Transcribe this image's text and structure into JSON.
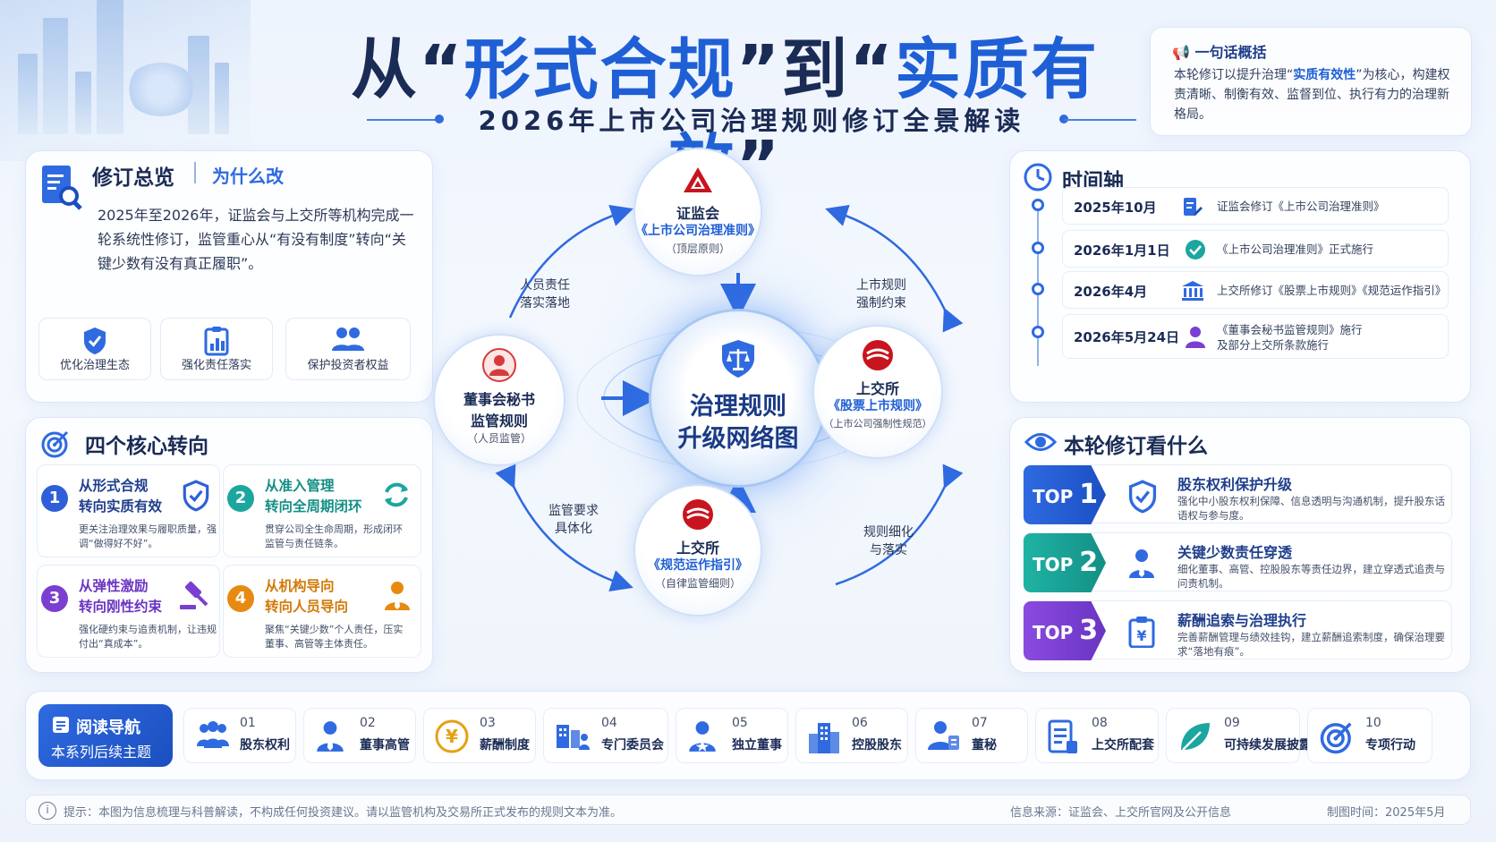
{
  "header": {
    "title_part1": "从“",
    "title_hl1": "形式合规",
    "title_part2": "”到“",
    "title_hl2": "实质有效",
    "title_part3": "”",
    "subtitle": "2026年上市公司治理规则修订全景解读"
  },
  "summary": {
    "title": "一句话概括",
    "body_pre": "本轮修订以提升治理“",
    "body_hl": "实质有效性",
    "body_post": "”为核心，构建权责清晰、制衡有效、监督到位、执行有力的治理新格局。"
  },
  "overview": {
    "title": "修订总览",
    "sub": "为什么改",
    "text": "2025年至2026年，证监会与上交所等机构完成一轮系统性修订，监管重心从“有没有制度”转向“关键少数有没有真正履职”。",
    "boxes": [
      {
        "label": "优化治理生态",
        "icon": "shield-check-icon"
      },
      {
        "label": "强化责任落实",
        "icon": "report-chart-icon"
      },
      {
        "label": "保护投资者权益",
        "icon": "people-icon"
      }
    ]
  },
  "shifts": {
    "title": "四个核心转向",
    "items": [
      {
        "num": "1",
        "title": "从形式合规\n转向实质有效",
        "desc": "更关注治理效果与履职质量，强调“做得好不好”。",
        "color": "#2f5fd8",
        "icon": "shield-icon"
      },
      {
        "num": "2",
        "title": "从准入管理\n转向全周期闭环",
        "desc": "贯穿公司全生命周期，形成闭环监管与责任链条。",
        "color": "#1ba6a0",
        "icon": "cycle-icon"
      },
      {
        "num": "3",
        "title": "从弹性激励\n转向刚性约束",
        "desc": "强化硬约束与追责机制，让违规付出“真成本”。",
        "color": "#7a3fd0",
        "icon": "gavel-icon"
      },
      {
        "num": "4",
        "title": "从机构导向\n转向人员导向",
        "desc": "聚焦“关键少数”个人责任，压实董事、高管等主体责任。",
        "color": "#e68a12",
        "icon": "person-tie-icon"
      }
    ]
  },
  "diagram": {
    "core": [
      "治理规则",
      "升级网络图"
    ],
    "top": {
      "name": "证监会",
      "rule": "《上市公司治理准则》",
      "note": "（顶层原则）"
    },
    "left": {
      "name": "董事会秘书",
      "rule": "监管规则",
      "note": "（人员监管）"
    },
    "right": {
      "name": "上交所",
      "rule": "《股票上市规则》",
      "note": "（上市公司强制性规范）"
    },
    "bottom": {
      "name": "上交所",
      "rule": "《规范运作指引》",
      "note": "（自律监管细则）"
    },
    "edges": {
      "top_left": "人员责任\n落实落地",
      "top_right": "上市规则\n强制约束",
      "bottom_left": "监管要求\n具体化",
      "bottom_right": "规则细化\n与落实"
    }
  },
  "timeline": {
    "title": "时间轴",
    "rows": [
      {
        "date": "2025年10月",
        "desc": "证监会修订《上市公司治理准则》",
        "icon": "edit-doc-icon"
      },
      {
        "date": "2026年1月1日",
        "desc": "《上市公司治理准则》正式施行",
        "icon": "check-circle-icon"
      },
      {
        "date": "2026年4月",
        "desc": "上交所修订《股票上市规则》《规范运作指引》",
        "icon": "institution-icon"
      },
      {
        "date": "2026年5月24日",
        "desc": "《董事会秘书监管规则》施行\n及部分上交所条款施行",
        "icon": "person-icon"
      }
    ]
  },
  "tops": {
    "title": "本轮修订看什么",
    "items": [
      {
        "tag": "TOP",
        "num": "1",
        "title": "股东权利保护升级",
        "desc": "强化中小股东权利保障、信息透明与沟通机制，提升股东话语权与参与度。",
        "color1": "#2f6ae0",
        "color2": "#1c4fc4",
        "icon": "shield-check-icon"
      },
      {
        "tag": "TOP",
        "num": "2",
        "title": "关键少数责任穿透",
        "desc": "细化董事、高管、控股股东等责任边界，建立穿透式追责与问责机制。",
        "color1": "#1fb3a4",
        "color2": "#148f86",
        "icon": "person-tie-icon"
      },
      {
        "tag": "TOP",
        "num": "3",
        "title": "薪酬追索与治理执行",
        "desc": "完善薪酬管理与绩效挂钩，建立薪酬追索制度，确保治理要求“落地有痕”。",
        "color1": "#8a4be0",
        "color2": "#6a34c2",
        "icon": "clipboard-yuan-icon"
      }
    ]
  },
  "nav": {
    "main_a": "阅读导航",
    "main_b": "本系列后续主题",
    "items": [
      {
        "no": "01",
        "label": "股东权利",
        "icon": "group-icon"
      },
      {
        "no": "02",
        "label": "董事高管",
        "icon": "person-tie-icon"
      },
      {
        "no": "03",
        "label": "薪酬制度",
        "icon": "yuan-coin-icon"
      },
      {
        "no": "04",
        "label": "专门委员会",
        "icon": "committee-icon"
      },
      {
        "no": "05",
        "label": "独立董事",
        "icon": "star-person-icon"
      },
      {
        "no": "06",
        "label": "控股股东",
        "icon": "building-icon"
      },
      {
        "no": "07",
        "label": "董秘",
        "icon": "secretary-icon"
      },
      {
        "no": "08",
        "label": "上交所配套",
        "icon": "document-icon"
      },
      {
        "no": "09",
        "label": "可持续发展披露",
        "icon": "leaf-icon"
      },
      {
        "no": "10",
        "label": "专项行动",
        "icon": "target-icon"
      }
    ]
  },
  "footer": {
    "note": "提示：本图为信息梳理与科普解读，不构成任何投资建议。请以监管机构及交易所正式发布的规则文本为准。",
    "source": "信息来源：证监会、上交所官网及公开信息",
    "date": "制图时间：2025年5月"
  },
  "colors": {
    "accent": "#2f6ae0",
    "dark": "#1a2b55"
  }
}
